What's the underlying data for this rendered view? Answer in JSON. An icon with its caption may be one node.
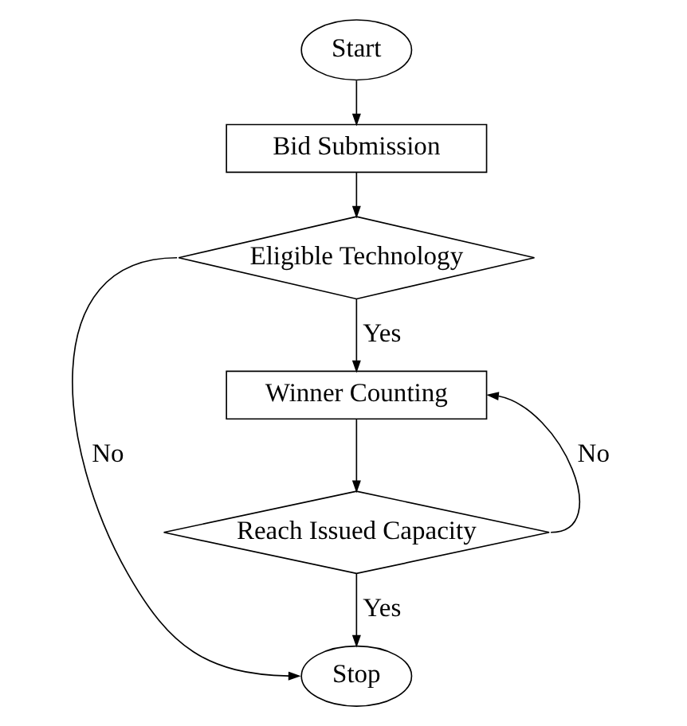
{
  "diagram": {
    "nodes": [
      {
        "text": [
          "Start"
        ]
      },
      {
        "text": [
          "Bid Submission"
        ]
      },
      {
        "text": [
          "Eligible Technology"
        ]
      },
      {
        "text": [
          "Winner Counting"
        ]
      },
      {
        "text": [
          "Reach Issued Capacity"
        ]
      },
      {
        "text": [
          "Stop"
        ]
      }
    ],
    "edges": [
      {
        "from": 0,
        "to": 1,
        "arrow": "to"
      },
      {
        "from": 1,
        "to": 2,
        "arrow": "to"
      },
      {
        "from": 2,
        "to": 3,
        "arrow": "to",
        "label": "Yes"
      },
      {
        "from": 2,
        "to": 5,
        "arrow": "to",
        "label": "No"
      },
      {
        "from": 3,
        "to": 4,
        "arrow": "to"
      },
      {
        "from": 4,
        "to": 5,
        "arrow": "to",
        "label": "Yes"
      },
      {
        "from": 4,
        "to": 3,
        "arrow": "to",
        "label": "No"
      }
    ]
  }
}
